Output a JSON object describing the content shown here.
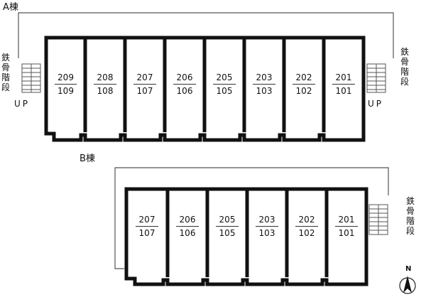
{
  "building_a": {
    "label": "A棟",
    "stairs_left": {
      "label": "鉄骨階段",
      "up_label": "UP"
    },
    "stairs_right": {
      "label": "鉄骨階段",
      "up_label": "UP"
    },
    "units": [
      {
        "upper": "209",
        "lower": "109"
      },
      {
        "upper": "208",
        "lower": "108"
      },
      {
        "upper": "207",
        "lower": "107"
      },
      {
        "upper": "206",
        "lower": "106"
      },
      {
        "upper": "205",
        "lower": "105"
      },
      {
        "upper": "203",
        "lower": "103"
      },
      {
        "upper": "202",
        "lower": "102"
      },
      {
        "upper": "201",
        "lower": "101"
      }
    ]
  },
  "building_b": {
    "label": "B棟",
    "stairs_right": {
      "label": "鉄骨階段"
    },
    "units": [
      {
        "upper": "207",
        "lower": "107"
      },
      {
        "upper": "206",
        "lower": "106"
      },
      {
        "upper": "205",
        "lower": "105"
      },
      {
        "upper": "203",
        "lower": "103"
      },
      {
        "upper": "202",
        "lower": "102"
      },
      {
        "upper": "201",
        "lower": "101"
      }
    ]
  },
  "compass": {
    "label": "N"
  },
  "colors": {
    "wall": "#111111",
    "line": "#555555"
  }
}
